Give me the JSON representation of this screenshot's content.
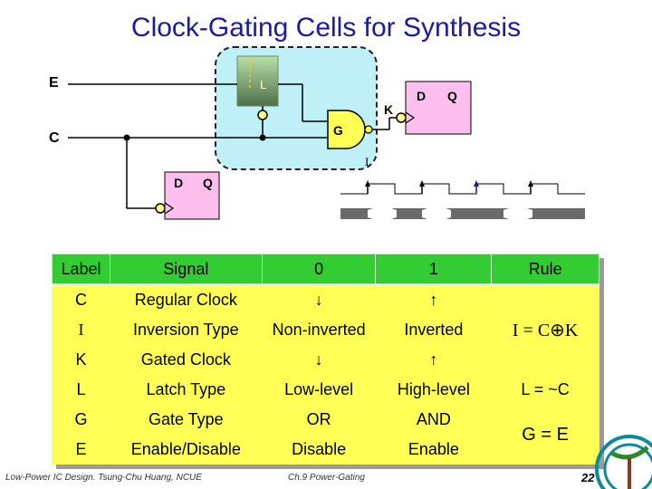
{
  "title": "Clock-Gating Cells for Synthesis",
  "diagram": {
    "input_enable": "E",
    "input_clock": "C",
    "latch_letter": "L",
    "gate_letter": "G",
    "output_k": "K",
    "inversion_mark": "I",
    "ff_right_d": "D",
    "ff_right_q": "Q",
    "ff_left_d": "D",
    "ff_left_q": "Q"
  },
  "table": {
    "headers": [
      "Label",
      "Signal",
      "0",
      "1",
      "Rule"
    ],
    "rows": [
      {
        "label": "C",
        "signal": "Regular Clock",
        "v0": "↓",
        "v1": "↑"
      },
      {
        "label": "I",
        "signal": "Inversion Type",
        "v0": "Non-inverted",
        "v1": "Inverted"
      },
      {
        "label": "K",
        "signal": "Gated Clock",
        "v0": "↓",
        "v1": "↑"
      },
      {
        "label": "L",
        "signal": "Latch Type",
        "v0": "Low-level",
        "v1": "High-level"
      },
      {
        "label": "G",
        "signal": "Gate Type",
        "v0": "OR",
        "v1": "AND"
      },
      {
        "label": "E",
        "signal": "Enable/Disable",
        "v0": "Disable",
        "v1": "Enable"
      }
    ],
    "rules": {
      "rule_ck": "I = C⊕K",
      "rule_l": "L = ~C",
      "rule_g": "G = E"
    }
  },
  "footer": {
    "left": "Low-Power IC Design. Tsung-Chu Huang, NCUE",
    "center": "Ch.9 Power-Gating",
    "page": "22"
  },
  "colors": {
    "title": "#1a1aa6",
    "header_green": "#33cc33",
    "cell_yellow": "#ffff55",
    "cell_blue": "#bfeff7",
    "ff_pink": "#ffbfee",
    "latch_green": "#7a9a68"
  }
}
